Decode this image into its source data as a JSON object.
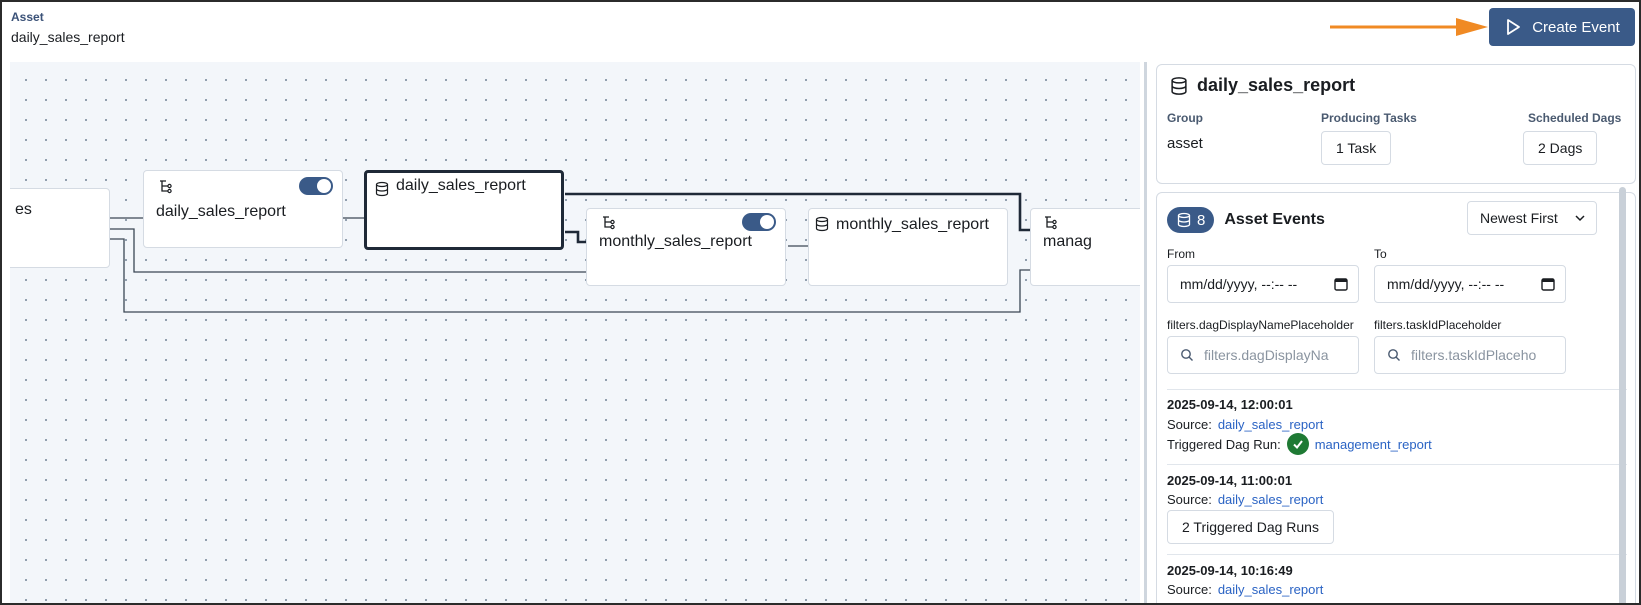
{
  "header": {
    "label": "Asset",
    "asset_name": "daily_sales_report"
  },
  "toolbar": {
    "create_event_label": "Create Event"
  },
  "graph": {
    "nodes": {
      "left_partial": "es",
      "daily_task": "daily_sales_report",
      "daily_asset": "daily_sales_report",
      "monthly_task": "monthly_sales_report",
      "monthly_asset": "monthly_sales_report",
      "mgmt_partial": "manag"
    }
  },
  "asset_card": {
    "title": "daily_sales_report",
    "group_label": "Group",
    "group_value": "asset",
    "producing_label": "Producing Tasks",
    "producing_value": "1 Task",
    "scheduled_label": "Scheduled Dags",
    "scheduled_value": "2 Dags"
  },
  "events": {
    "count": "8",
    "title": "Asset Events",
    "sort": "Newest First",
    "from_label": "From",
    "to_label": "To",
    "date_placeholder": "mm/dd/yyyy, --:-- --",
    "dag_filter_label": "filters.dagDisplayNamePlaceholder",
    "dag_filter_placeholder": "filters.dagDisplayNa",
    "task_filter_label": "filters.taskIdPlaceholder",
    "task_filter_placeholder": "filters.taskIdPlaceho",
    "items": [
      {
        "time": "2025-09-14, 12:00:01",
        "source_label": "Source:",
        "source": "daily_sales_report",
        "triggered_label": "Triggered Dag Run:",
        "triggered": "management_report"
      },
      {
        "time": "2025-09-14, 11:00:01",
        "source_label": "Source:",
        "source": "daily_sales_report",
        "runs_button": "2 Triggered Dag Runs"
      },
      {
        "time": "2025-09-14, 10:16:49",
        "source_label": "Source:",
        "source": "daily_sales_report"
      }
    ]
  },
  "colors": {
    "primary": "#3a5a88",
    "link": "#2a63c4",
    "success": "#1f7a34",
    "arrow": "#f08a24"
  }
}
